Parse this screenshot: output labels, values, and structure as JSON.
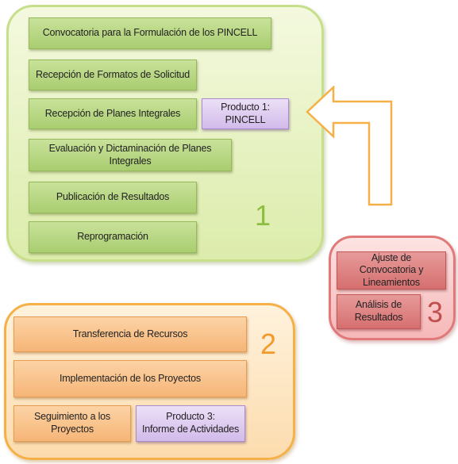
{
  "group1": {
    "number": "1",
    "steps": [
      "Convocatoria para la Formulación de los PINCELL",
      "Recepción de Formatos de Solicitud",
      "Recepción de Planes Integrales",
      "Evaluación y Dictaminación de Planes Integrales",
      "Publicación de Resultados",
      "Reprogramación"
    ],
    "product": "Producto 1: PINCELL"
  },
  "group2": {
    "number": "2",
    "steps": [
      "Transferencia de Recursos",
      "Implementación de los Proyectos",
      "Seguimiento a los Proyectos"
    ],
    "product": "Producto 3:\nInforme de Actividades"
  },
  "group3": {
    "number": "3",
    "steps": [
      "Ajuste de Convocatoria y Lineamientos",
      "Análisis de Resultados"
    ]
  },
  "colors": {
    "group1_accent": "#8cbf3f",
    "group2_accent": "#f39a2c",
    "group3_accent": "#c0504d",
    "arrow_border": "#f5b047"
  }
}
